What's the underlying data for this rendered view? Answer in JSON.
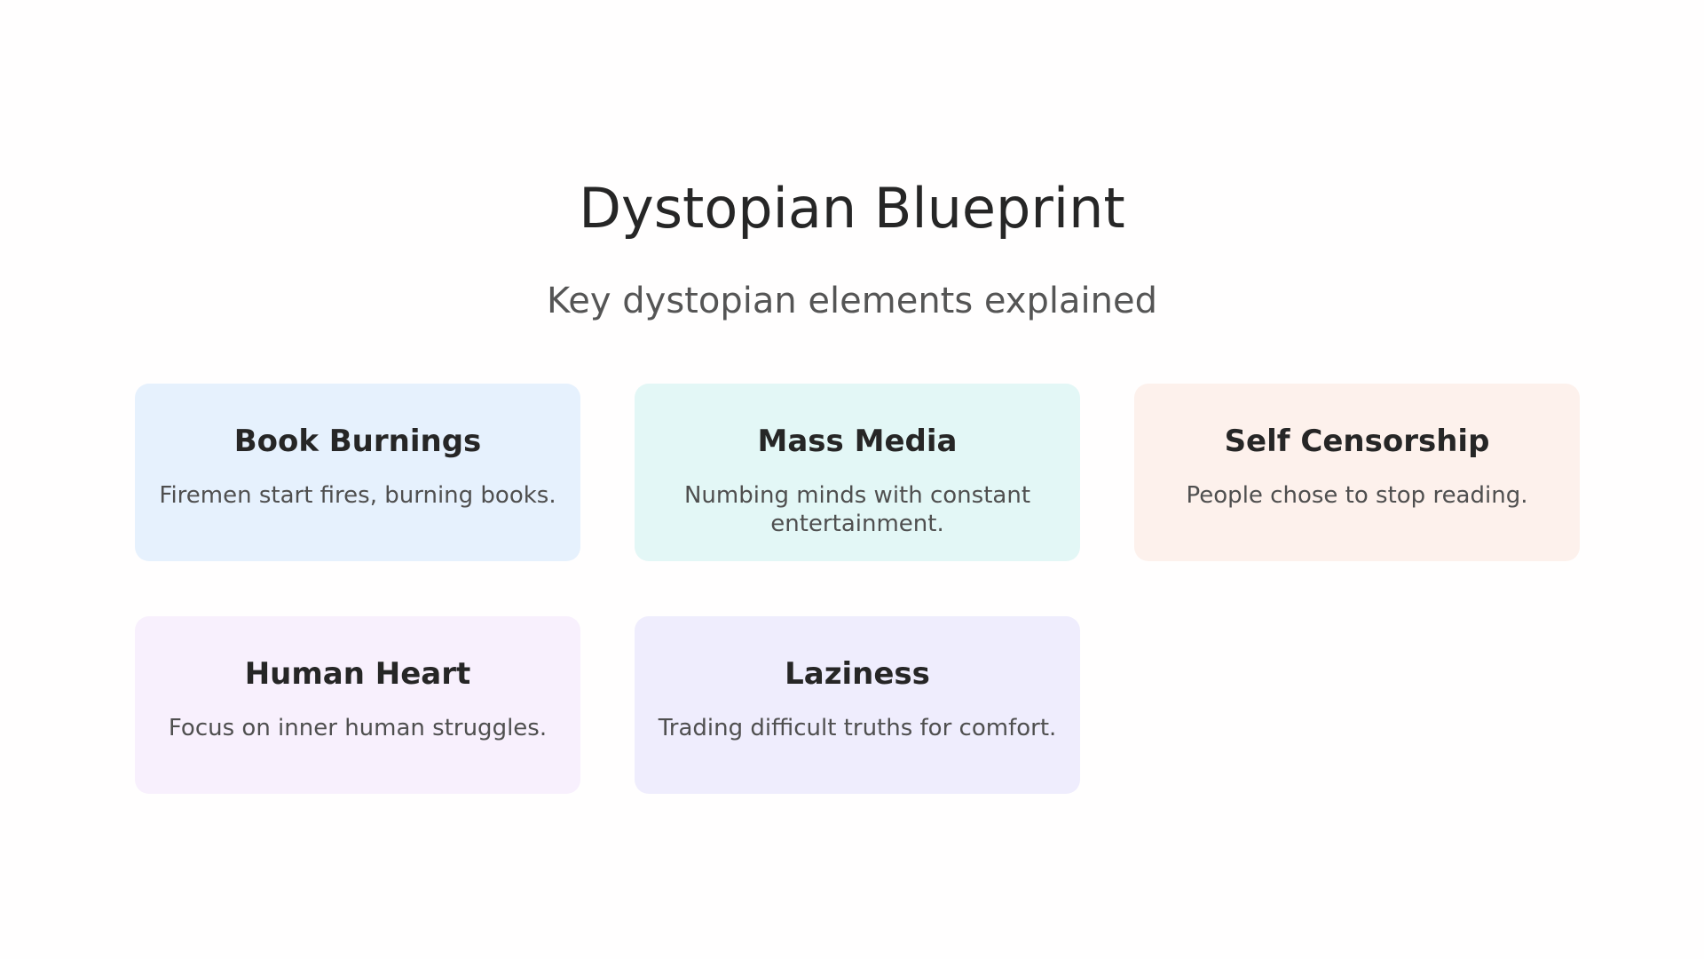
{
  "title": "Dystopian Blueprint",
  "subtitle": "Key dystopian elements explained",
  "cards": [
    {
      "title": "Book Burnings",
      "description": "Firemen start fires, burning books.",
      "color": "#e6f1fd"
    },
    {
      "title": "Mass Media",
      "description": "Numbing minds with constant entertainment.",
      "color": "#e3f7f6"
    },
    {
      "title": "Self Censorship",
      "description": "People chose to stop reading.",
      "color": "#fdf1ec"
    },
    {
      "title": "Human Heart",
      "description": "Focus on inner human struggles.",
      "color": "#f8f0fd"
    },
    {
      "title": "Laziness",
      "description": "Trading difficult truths for comfort.",
      "color": "#efedfd"
    }
  ]
}
